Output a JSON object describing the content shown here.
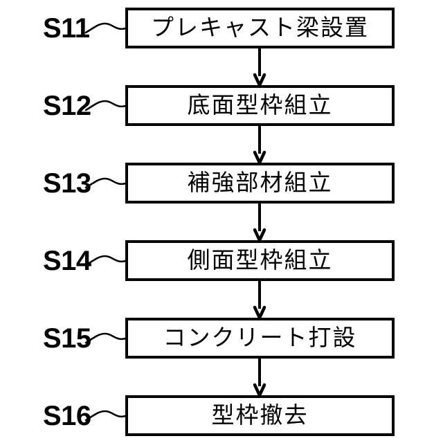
{
  "diagram": {
    "title": "",
    "type": "flowchart",
    "orientation": "vertical",
    "stroke_color": "#000000",
    "background_color": "#ffffff",
    "steps": [
      {
        "ref": "S11",
        "label": "プレキャスト梁設置"
      },
      {
        "ref": "S12",
        "label": "底面型枠組立"
      },
      {
        "ref": "S13",
        "label": "補強部材組立"
      },
      {
        "ref": "S14",
        "label": "側面型枠組立"
      },
      {
        "ref": "S15",
        "label": "コンクリート打設"
      },
      {
        "ref": "S16",
        "label": "型枠撤去"
      }
    ],
    "connectors": [
      {
        "from": "S11",
        "to": "S12",
        "kind": "arrow-down"
      },
      {
        "from": "S12",
        "to": "S13",
        "kind": "arrow-down"
      },
      {
        "from": "S13",
        "to": "S14",
        "kind": "arrow-down"
      },
      {
        "from": "S14",
        "to": "S15",
        "kind": "arrow-down"
      },
      {
        "from": "S15",
        "to": "S16",
        "kind": "arrow-down"
      }
    ]
  }
}
